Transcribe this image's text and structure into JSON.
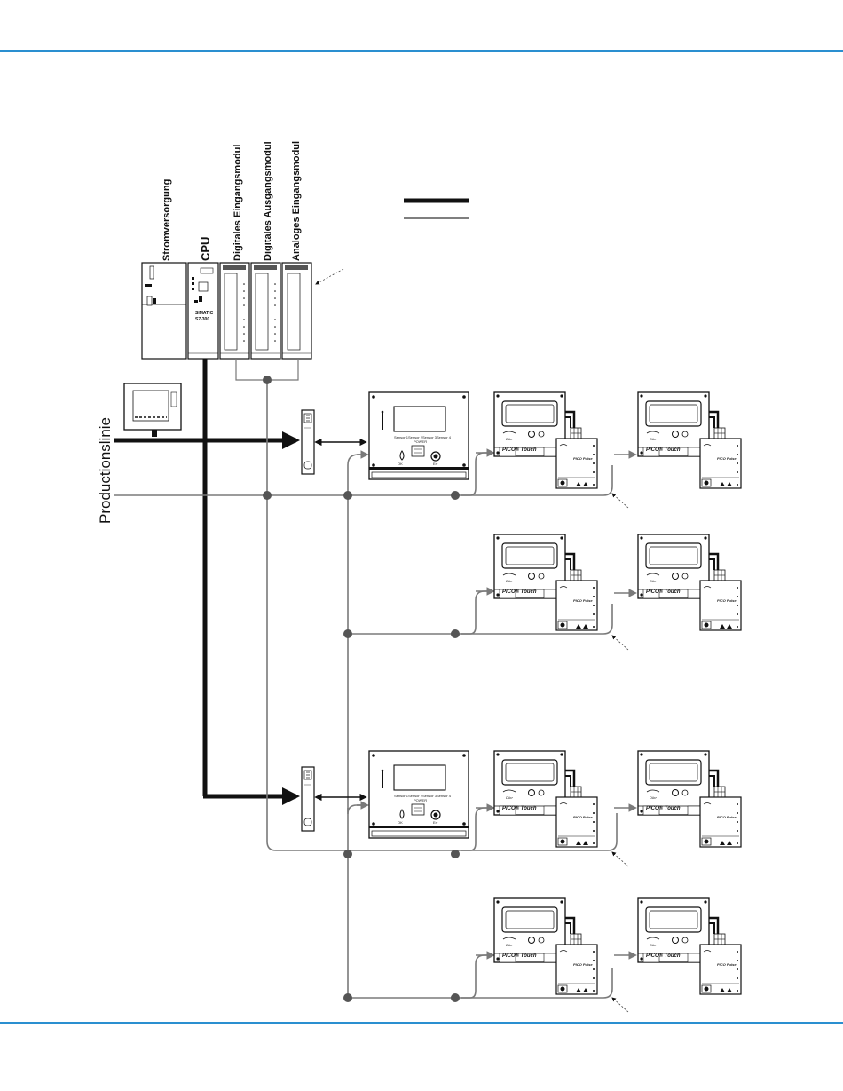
{
  "labels": {
    "power_supply": "Stromversorgung",
    "cpu": "CPU",
    "digital_input": "Digitales Eingangsmodul",
    "digital_output": "Digitales Ausgangsmodul",
    "analog_input": "Analoges Eingangsmodul",
    "production_line": "Productionslinie"
  },
  "plc": {
    "model_line1": "SIMATIC",
    "model_line2": "S7-300"
  },
  "controller": {
    "power_label": "POWER",
    "ok_label": "OK",
    "error_label": "Err",
    "sensor_labels": [
      "Sensor 1",
      "Sensor 2",
      "Sensor 3",
      "Sensor 4"
    ]
  },
  "pico": {
    "brand": "PICO® Touch",
    "sub_brand": "PICO Pulse",
    "maker": "Dürr"
  },
  "colors": {
    "rule": "#2a8fd0",
    "fieldbus": "#111111",
    "signal": "#7a7a7a",
    "node": "#555555"
  }
}
